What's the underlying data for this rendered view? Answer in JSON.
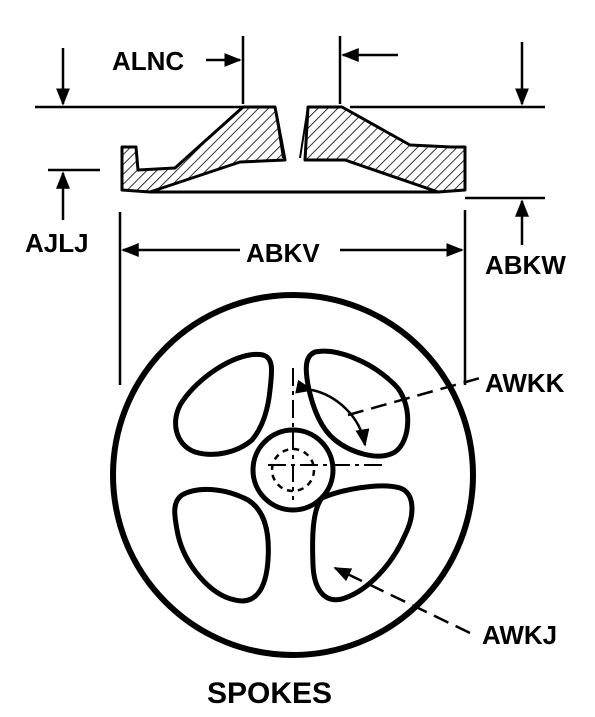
{
  "labels": {
    "alnc": "ALNC",
    "ajlj": "AJLJ",
    "abkv": "ABKV",
    "abkw": "ABKW",
    "awkk": "AWKK",
    "awkj": "AWKJ"
  },
  "caption": "SPOKES",
  "colors": {
    "ink": "#000000",
    "paper": "#ffffff"
  }
}
